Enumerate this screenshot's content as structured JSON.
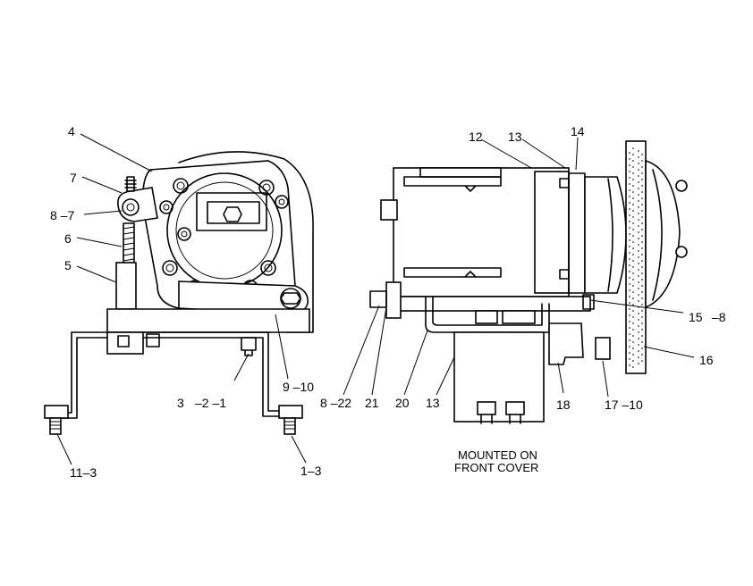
{
  "callouts": {
    "c4": "4",
    "c7": "7",
    "c8_7": "8 –7",
    "c6": "6",
    "c5": "5",
    "c3": "3",
    "c2_1": "–2 –1",
    "c9_10": "9 –10",
    "c11_3": "11–3",
    "c1_3": "1–3",
    "c12": "12",
    "c13a": "13",
    "c14": "14",
    "c15": "15",
    "c8b": "–8",
    "c16": "16",
    "c8_22": "8 –22",
    "c21": "21",
    "c20": "20",
    "c13b": "13",
    "c18": "18",
    "c17_10": "17 –10"
  },
  "note": {
    "line1": "MOUNTED ON",
    "line2": "FRONT COVER"
  }
}
